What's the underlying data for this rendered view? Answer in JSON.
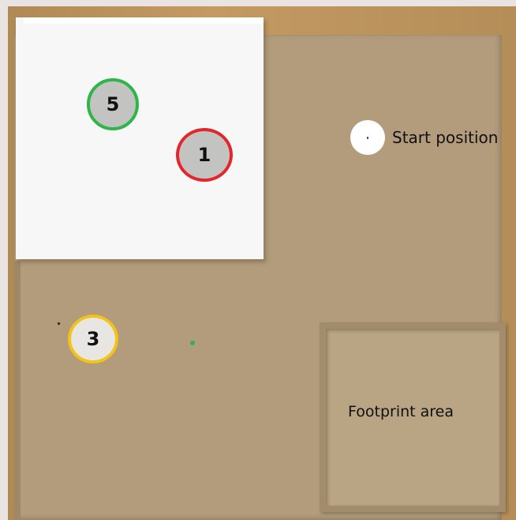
{
  "scene": {
    "markers": [
      {
        "label": "5",
        "ring_color": "#2fb64a"
      },
      {
        "label": "1",
        "ring_color": "#e2262b"
      },
      {
        "label": "3",
        "ring_color": "#f2c318"
      }
    ],
    "start_label": "Start position",
    "footprint_label": "Footprint area"
  },
  "colors": {
    "board": "#b29c7b",
    "block": "#f7f7f7"
  }
}
